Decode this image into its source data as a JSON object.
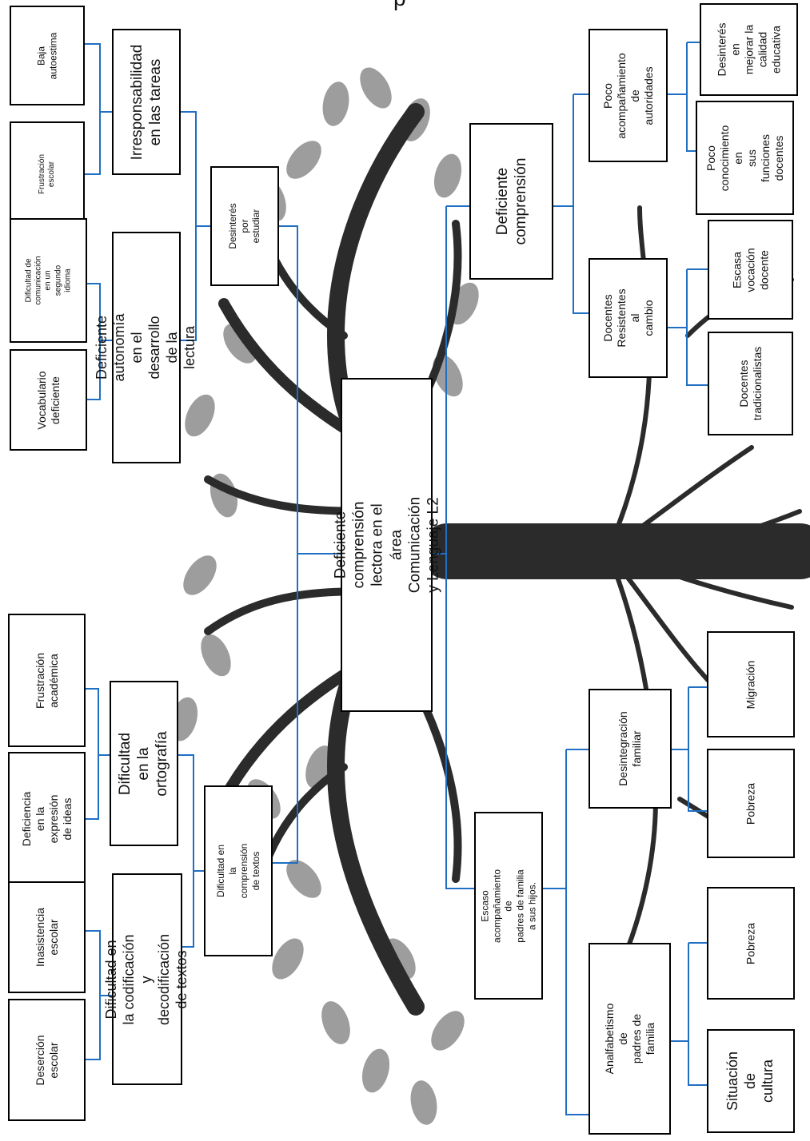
{
  "diagram": {
    "title_fragment": "p",
    "central_problem": "Deficiente comprensión lectora en el área\nComunicación y Lenguaje L2",
    "effects": {
      "irresponsabilidad": "Irresponsabilidad\nen las tareas",
      "baja_autoestima": "Baja autoestima",
      "frustracion_escolar": "Frustración escolar",
      "desinteres_estudiar": "Desinterés por\nestudiar",
      "deficiente_autonomia": "Deficiente autonomía en el\ndesarrollo de la lectura",
      "dificultad_comunicacion": "Dificultad de\ncomunicación en un\nsegundo idioma",
      "vocabulario": "Vocabulario\ndeficiente",
      "dificultad_ortografia": "Dificultad en la\nortografía",
      "frustracion_academica": "Frustración   académica",
      "deficiencia_expresion": "Deficiencia en la\nexpresión de ideas",
      "dificultad_comprension_textos": "Dificultad en la comprensión\nde textos",
      "dificultad_codificacion": "Dificultad en la codificación\ny decodificación de textos",
      "inasistencia": "Inasistencia escolar",
      "desercion": "Deserción\nescolar"
    },
    "causes": {
      "deficiente_comprension": "Deficiente\ncomprensión",
      "poco_acompanamiento": "Poco\nacompañamiento de\nautoridades",
      "desinteres_calidad": "Desinterés en\nmejorar la\ncalidad\neducativa",
      "poco_conocimiento": "Poco\nconocimiento en\nsus funciones\ndocentes",
      "docentes_resistentes": "Docentes\nResistentes al\ncambio",
      "escasa_vocacion": "Escasa vocación\ndocente",
      "docentes_tradicionalistas": "Docentes\ntradicionalistas",
      "escaso_acompanamiento": "Escaso acompañamiento de\npadres de familia a sus hijos.",
      "desintegracion": "Desintegración\nfamiliar",
      "migracion": "Migración",
      "pobreza_1": "Pobreza",
      "analfabetismo": "Analfabetismo de\npadres de familia",
      "pobreza_2": "Pobreza",
      "situacion_cultura": "Situación de\ncultura"
    },
    "colors": {
      "connector": "#1f6fc4",
      "box_border": "#000000",
      "tree": "#2b2b2b",
      "leaves": "#8c8c8c"
    }
  }
}
